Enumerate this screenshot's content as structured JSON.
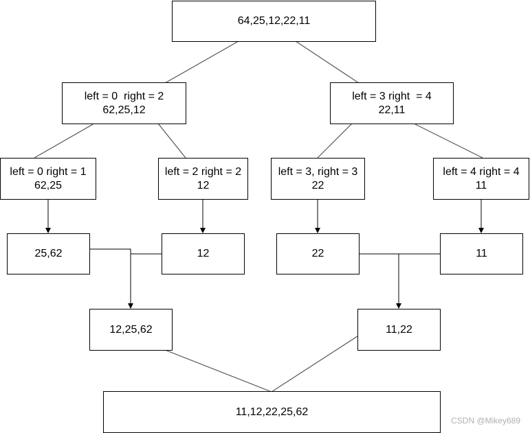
{
  "nodes": {
    "root": {
      "lines": [
        "64,25,12,22,11"
      ]
    },
    "left_half": {
      "lines": [
        "left = 0  right = 2",
        "62,25,12"
      ]
    },
    "right_half": {
      "lines": [
        "left = 3 right  = 4",
        "22,11"
      ]
    },
    "ll": {
      "lines": [
        "left = 0 right = 1",
        "62,25"
      ]
    },
    "lr": {
      "lines": [
        "left = 2 right = 2",
        "12"
      ]
    },
    "rl": {
      "lines": [
        "left = 3, right = 3",
        "22"
      ]
    },
    "rr": {
      "lines": [
        "left = 4 right = 4",
        "11"
      ]
    },
    "sorted_ll": {
      "lines": [
        "25,62"
      ]
    },
    "sorted_lr": {
      "lines": [
        "12"
      ]
    },
    "sorted_rl": {
      "lines": [
        "22"
      ]
    },
    "sorted_rr": {
      "lines": [
        "11"
      ]
    },
    "merged_left": {
      "lines": [
        "12,25,62"
      ]
    },
    "merged_right": {
      "lines": [
        "11,22"
      ]
    },
    "final": {
      "lines": [
        "11,12,22,25,62"
      ]
    }
  },
  "watermark": "CSDN @Mikey689"
}
